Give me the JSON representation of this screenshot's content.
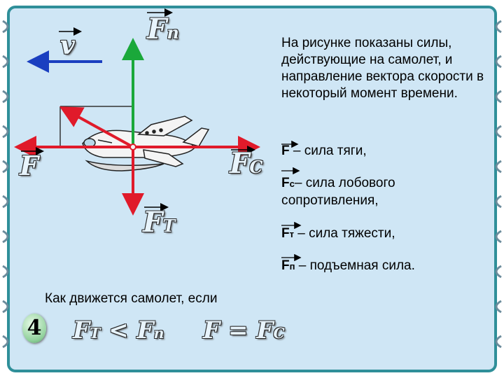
{
  "description": "На рисунке показаны силы, действующие на самолет, и направление вектора скорости в некоторый момент времени.",
  "labels": {
    "v": "v",
    "F": "F",
    "Fp_main": "F",
    "Fp_sub": "п",
    "Fc_main": "F",
    "Fc_sub": "C",
    "Ft_main": "F",
    "Ft_sub": "T"
  },
  "definitions": [
    {
      "sym": "F",
      "sub": "",
      "text": " – сила тяги,"
    },
    {
      "sym": "F",
      "sub": "с",
      "text": "– сила лобового сопротивления,"
    },
    {
      "sym": "F",
      "sub": "т",
      "text": " – сила тяжести,"
    },
    {
      "sym": "F",
      "sub": "п",
      "text": " – подъемная сила."
    }
  ],
  "question": "Как движется самолет, если",
  "task_number": "4",
  "conditions": {
    "c1_a": "F",
    "c1_a_sub": "T",
    "c1_op": "<",
    "c1_b": "F",
    "c1_b_sub": "п",
    "c2_a": "F",
    "c2_op": "=",
    "c2_b": "F",
    "c2_b_sub": "C"
  },
  "colors": {
    "background": "#cfe6f5",
    "border": "#2f8f99",
    "force_red": "#e01a2a",
    "lift_green": "#1aa83a",
    "velocity_blue": "#1a3fc0"
  }
}
